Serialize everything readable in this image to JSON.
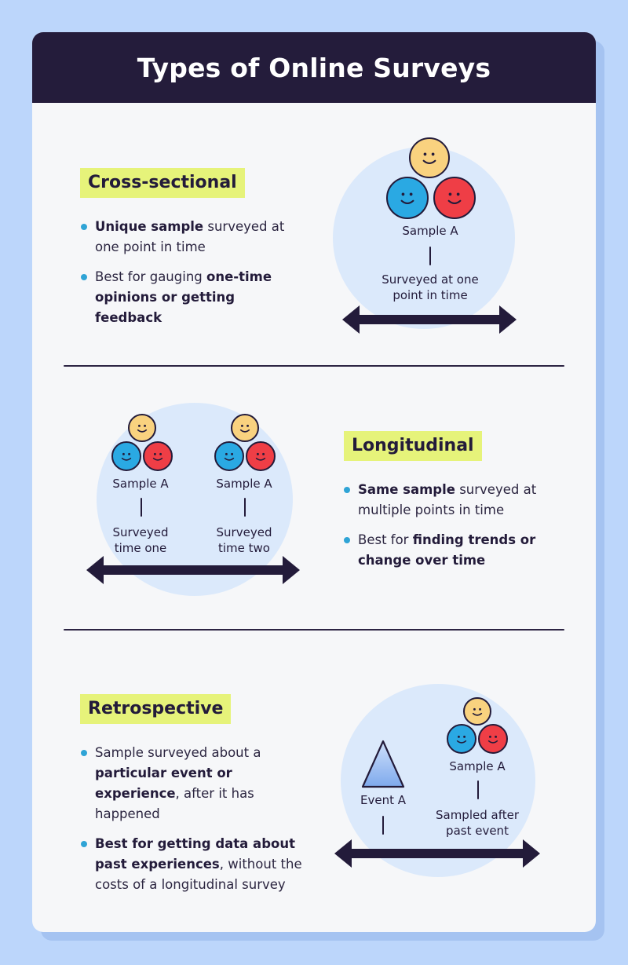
{
  "title": "Types of Online Surveys",
  "sections": [
    {
      "heading": "Cross-sectional",
      "bullets": [
        {
          "bold": "Unique sample",
          "rest": " surveyed at one point in time"
        },
        {
          "pre": "Best for gauging ",
          "bold": "one-time opinions or getting feedback"
        }
      ],
      "diagram": {
        "sample_label": "Sample A",
        "time_label": [
          "Surveyed at one",
          "point in time"
        ]
      }
    },
    {
      "heading": "Longitudinal",
      "bullets": [
        {
          "bold": "Same sample",
          "rest": " surveyed at multiple points in time"
        },
        {
          "pre": "Best for ",
          "bold": "finding trends or change over time"
        }
      ],
      "diagram": {
        "sample_label_1": "Sample A",
        "sample_label_2": "Sample A",
        "time_label_1": [
          "Surveyed",
          "time one"
        ],
        "time_label_2": [
          "Surveyed",
          "time two"
        ]
      }
    },
    {
      "heading": "Retrospective",
      "bullets": [
        {
          "pre": "Sample surveyed about a ",
          "bold": "particular event or experience",
          "rest": ", after it has happened"
        },
        {
          "bold": "Best for getting data about past experiences",
          "rest": ", without the costs of a longitudinal survey"
        }
      ],
      "diagram": {
        "event_label": "Event A",
        "sample_label": "Sample A",
        "time_label": [
          "Sampled after",
          "past event"
        ]
      }
    }
  ],
  "colors": {
    "background": "#bcd6fb",
    "card": "#f6f7f9",
    "header": "#241c3b",
    "tag": "#e6f37a",
    "bullet_dot": "#2fa4d6",
    "face_yellow": "#f9d27f",
    "face_blue": "#2aa9e3",
    "face_red": "#ef3e46",
    "blob": "#dbe9fb",
    "ink": "#231b3a"
  },
  "icons": [
    "smiley-face-icon",
    "double-arrow-icon",
    "triangle-event-icon"
  ]
}
